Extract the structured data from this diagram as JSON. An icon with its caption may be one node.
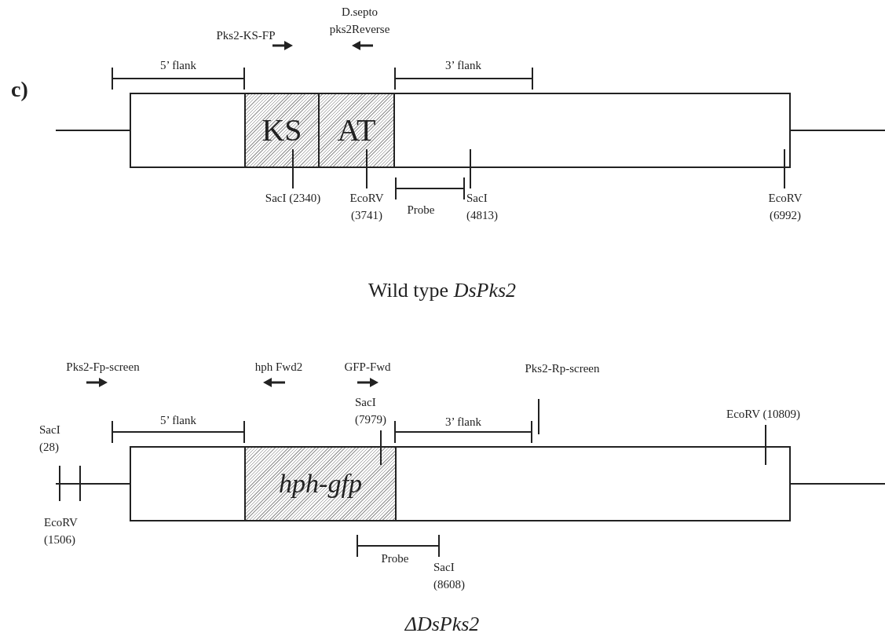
{
  "diagram": {
    "nodes": [
      {
        "text": [],
        "shape": "box"
      },
      {
        "text": [
          "KS"
        ],
        "in": 0
      },
      {
        "text": [
          "AT"
        ],
        "in": 0
      },
      {
        "text": [],
        "shape": "box"
      },
      {
        "text": [
          "hph-gfp"
        ],
        "in": 3
      },
      {
        "text": [
          "SacI (2340)"
        ]
      },
      {
        "text": [
          "EcoRV (3741)"
        ]
      },
      {
        "text": [
          "SacI (4813)"
        ]
      },
      {
        "text": [
          "EcoRV (6992)"
        ]
      },
      {
        "text": [
          "SacI (7979)"
        ]
      },
      {
        "text": [
          "EcoRV (10809)"
        ]
      }
    ],
    "edges": [
      {
        "from": 5,
        "to": 1,
        "arrow": "none"
      },
      {
        "from": 6,
        "to": 2,
        "arrow": "none"
      },
      {
        "from": 7,
        "to": 0,
        "arrow": "none"
      },
      {
        "from": 8,
        "to": 0,
        "arrow": "none"
      },
      {
        "from": 9,
        "to": 4,
        "arrow": "none"
      },
      {
        "from": 10,
        "to": 3,
        "arrow": "none"
      }
    ],
    "labels": [
      "c)",
      "Pks2-KS-FP",
      "D.septo pks2Reverse",
      "5’ flank",
      "3’ flank",
      "Probe",
      "Wild type *DsPks2*",
      "Pks2-Fp-screen",
      "hph Fwd2",
      "GFP-Fwd",
      "Pks2-Rp-screen",
      "SacI (28)",
      "5’ flank",
      "3’ flank",
      "EcoRV (1506)",
      "Probe",
      "SacI (8608)",
      "ΔDsPks2"
    ]
  }
}
